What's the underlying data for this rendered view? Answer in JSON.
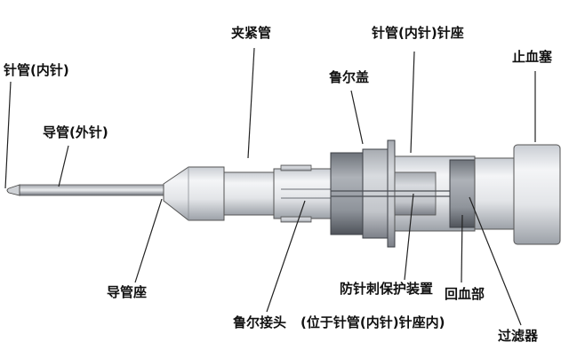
{
  "labels": {
    "needle_inner": "针管(内针)",
    "catheter_outer": "导管(外针)",
    "clamp_tube": "夹紧管",
    "luer_cap": "鲁尔盖",
    "needle_hub": "针管(内针)针座",
    "blood_stopper": "止血塞",
    "catheter_hub": "导管座",
    "luer_connector": "鲁尔接头",
    "needlestick_device": "防针刺保护装置",
    "needlestick_location": "(位于针管(内针)针座内)",
    "flashback_chamber": "回血部",
    "filter": "过滤器"
  }
}
